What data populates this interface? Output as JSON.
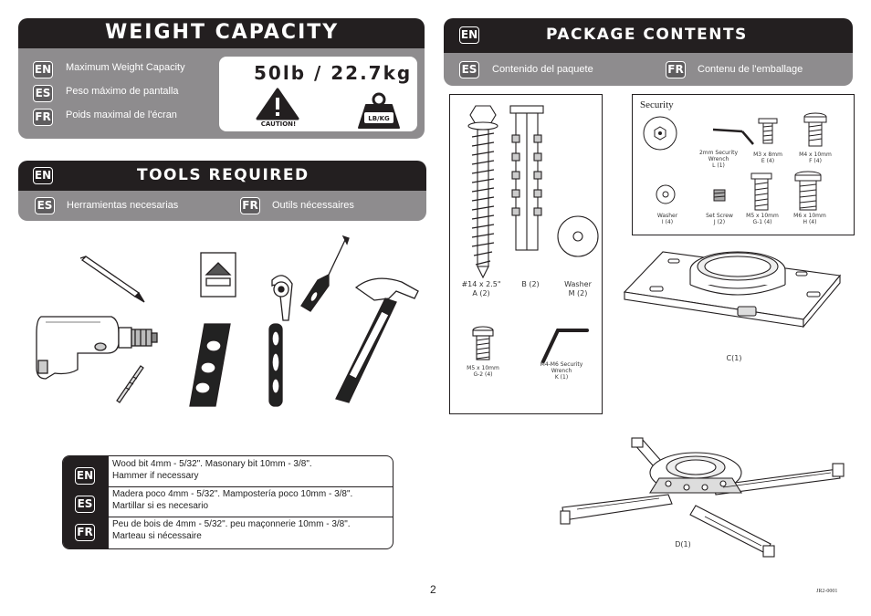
{
  "weight": {
    "title": "WEIGHT CAPACITY",
    "items": [
      {
        "lang": "EN",
        "text": "Maximum Weight Capacity"
      },
      {
        "lang": "ES",
        "text": "Peso máximo de pantalla"
      },
      {
        "lang": "FR",
        "text": "Poids maximal de l'écran"
      }
    ],
    "value": "50lb / 22.7kg",
    "caution": "CAUTION!",
    "unit_icon": "LB/KG"
  },
  "tools": {
    "badge": "EN",
    "title": "TOOLS REQUIRED",
    "es_badge": "ES",
    "es_text": "Herramientas necesarias",
    "fr_badge": "FR",
    "fr_text": "Outils nécessaires",
    "rows": [
      {
        "lang": "EN",
        "line1": "Wood bit 4mm - 5/32\".  Masonary bit 10mm - 3/8\".",
        "line2": "Hammer if necessary"
      },
      {
        "lang": "ES",
        "line1": "Madera poco 4mm - 5/32\".  Mampostería poco 10mm - 3/8\".",
        "line2": "Martillar si es necesario"
      },
      {
        "lang": "FR",
        "line1": "Peu de bois de 4mm - 5/32\".  peu maçonnerie 10mm - 3/8\".",
        "line2": "Marteau si nécessaire"
      }
    ]
  },
  "package": {
    "badge": "EN",
    "title": "PACKAGE CONTENTS",
    "es_badge": "ES",
    "es_text": "Contenido del paquete",
    "fr_badge": "FR",
    "fr_text": "Contenu de l'emballage",
    "box1": {
      "screw_a": [
        "#14 x 2.5\"",
        "A (2)"
      ],
      "anchor_b": "B (2)",
      "washer_m": [
        "Washer",
        "M (2)"
      ],
      "screw_g2": [
        "M5 x 10mm",
        "G-2 (4)"
      ],
      "wrench_k": [
        "M4-M6 Security",
        "Wrench",
        "K (1)"
      ]
    },
    "box2": {
      "security": "Security",
      "wrench_l": [
        "2mm Security",
        "Wrench",
        "L (1)"
      ],
      "screw_e": [
        "M3 x 8mm",
        "E (4)"
      ],
      "screw_f": [
        "M4 x 10mm",
        "F (4)"
      ],
      "washer_i": [
        "Washer",
        "I (4)"
      ],
      "setscrew_j": [
        "Set Screw",
        "J (2)"
      ],
      "screw_g1": [
        "M5 x 10mm",
        "G-1 (4)"
      ],
      "screw_h": [
        "M6 x 10mm",
        "H (4)"
      ]
    },
    "part_c": "C(1)",
    "part_d": "D(1)"
  },
  "footer": {
    "page": "2",
    "code": "JR2-0001"
  },
  "colors": {
    "header": "#231f20",
    "subbar": "#8e8c8e",
    "badge": "#5f5d5f"
  }
}
